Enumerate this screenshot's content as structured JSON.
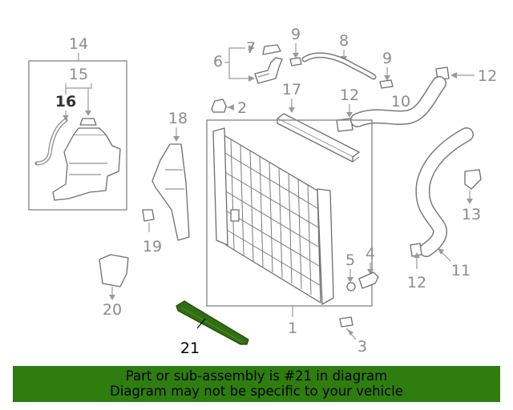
{
  "callouts": {
    "c1": "1",
    "c2": "2",
    "c3": "3",
    "c4": "4",
    "c5": "5",
    "c6": "6",
    "c7": "7",
    "c8": "8",
    "c9a": "9",
    "c9b": "9",
    "c10": "10",
    "c11": "11",
    "c12a": "12",
    "c12b": "12",
    "c12c": "12",
    "c13": "13",
    "c14": "14",
    "c15": "15",
    "c16": "16",
    "c17": "17",
    "c18": "18",
    "c19": "19",
    "c20": "20",
    "c21": "21"
  },
  "highlight_part": "21",
  "colors": {
    "highlight_fill": "#2f6e12",
    "banner_bg": "#2f7d0e",
    "line_gray": "#8c8c8c"
  },
  "banner": {
    "line1": "Part or sub-assembly is #21 in diagram",
    "line2": "Diagram may not be specific to your vehicle"
  }
}
